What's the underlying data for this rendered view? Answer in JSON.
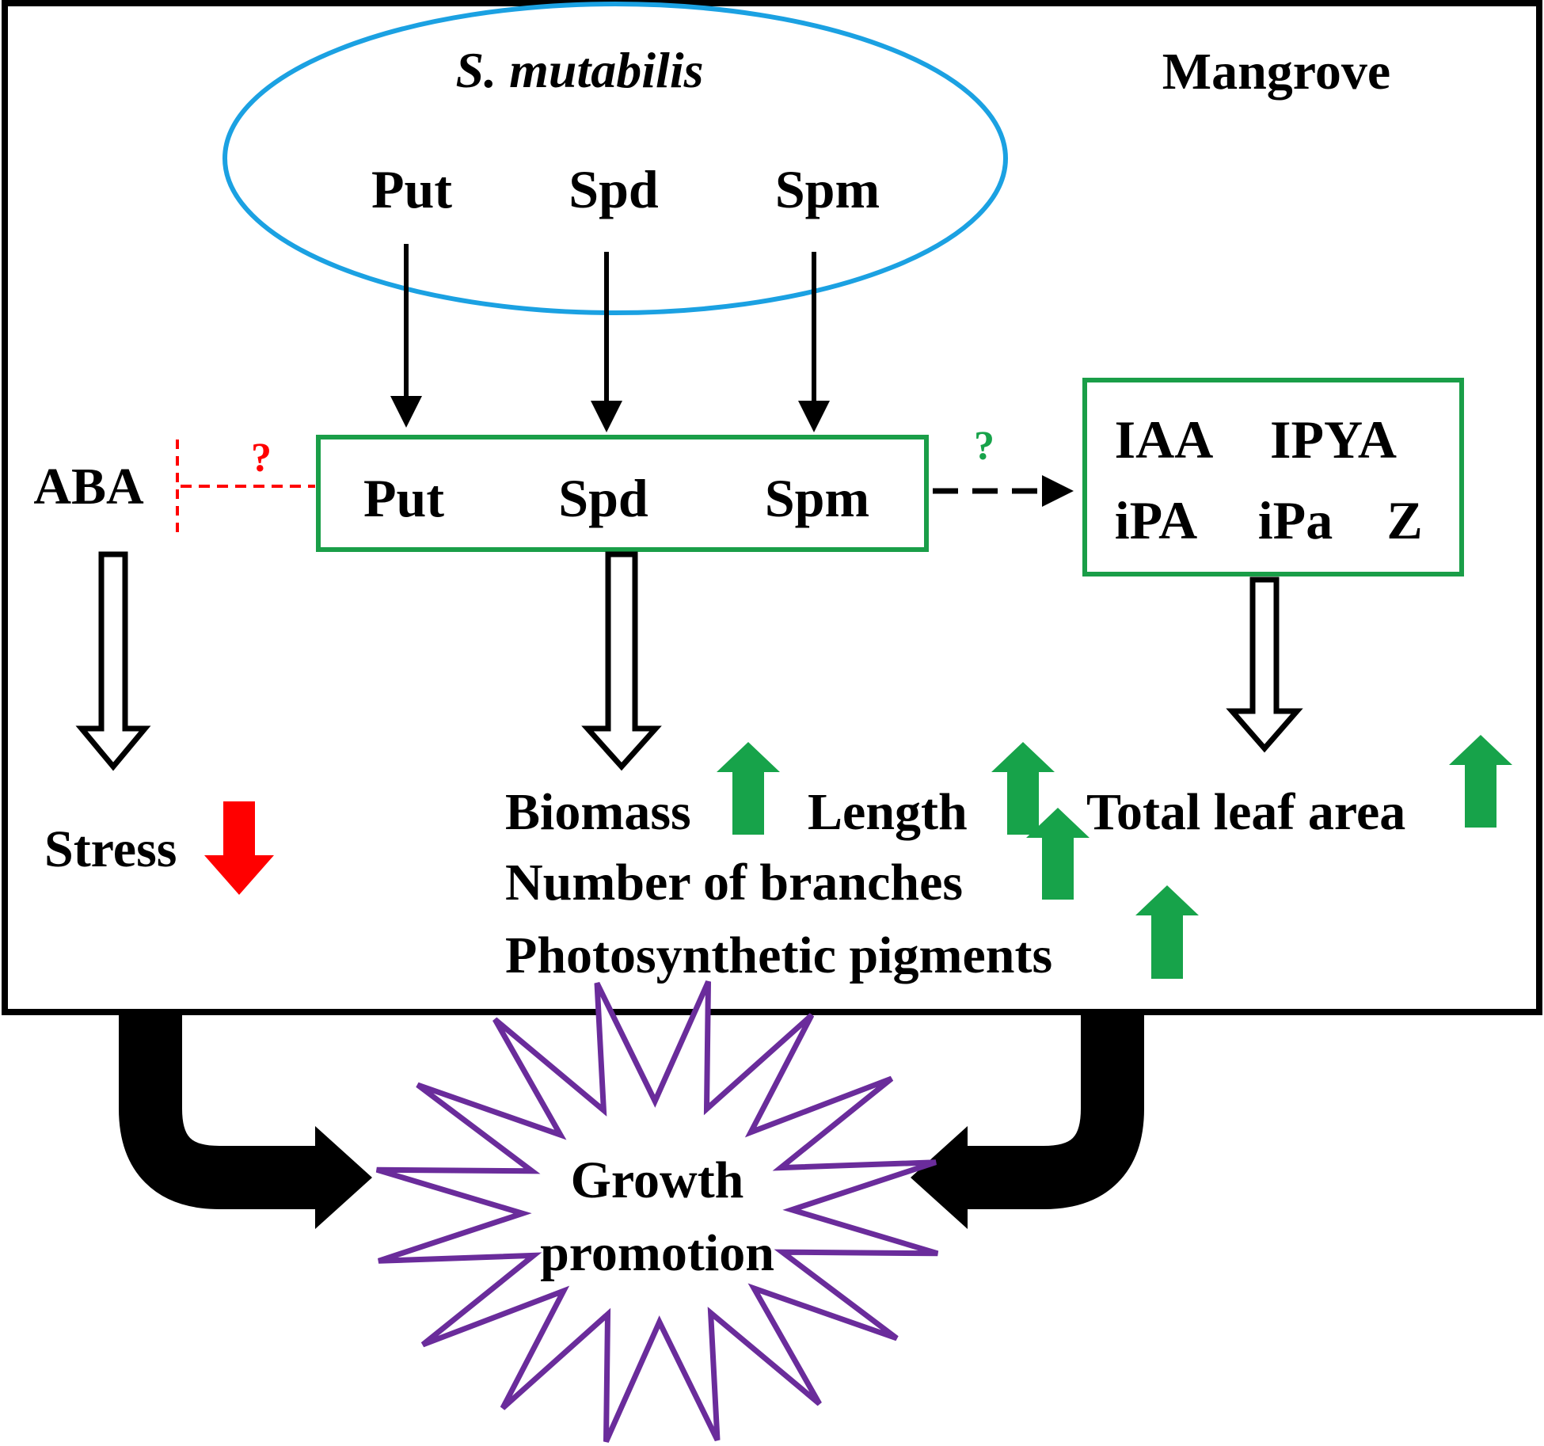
{
  "bacterium": "S. mutabilis",
  "host": "Mangrove",
  "polyamines_source": [
    "Put",
    "Spd",
    "Spm"
  ],
  "polyamines_plant": [
    "Put",
    "Spd",
    "Spm"
  ],
  "aba": "ABA",
  "question_aba": "?",
  "question_hormones": "?",
  "hormones_row1": [
    "IAA",
    "IPYA"
  ],
  "hormones_row2": [
    "iPA",
    "iPa",
    "Z"
  ],
  "stress": "Stress",
  "outcomes": {
    "biomass": "Biomass",
    "length": "Length",
    "total_leaf_area": "Total leaf area",
    "branches": "Number of branches",
    "pigments": "Photosynthetic pigments"
  },
  "result_line1": "Growth",
  "result_line2": "promotion",
  "colors": {
    "ellipse": "#1ba1e2",
    "box_border": "#1a9e48",
    "up_arrow": "#17a34a",
    "down_arrow": "#ff0000",
    "question_red": "#ff0000",
    "question_green": "#17a34a",
    "dash_red": "#ff0000",
    "star": "#6a2c9b"
  }
}
